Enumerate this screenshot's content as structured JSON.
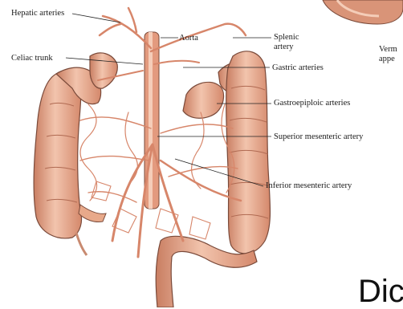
{
  "figure": {
    "labels": {
      "hepatic_arteries": "Hepatic arteries",
      "celiac_trunk": "Celiac trunk",
      "aorta": "Aorta",
      "splenic_artery_line1": "Splenic",
      "splenic_artery_line2": "artery",
      "gastric_arteries": "Gastric arteries",
      "gastroepiploic_arteries": "Gastroepiploic arteries",
      "superior_mesenteric_artery": "Superior mesenteric artery",
      "inferior_mesenteric_artery": "Inferior mesenteric artery",
      "vermiform_line1": "Verm",
      "vermiform_line2": "appe"
    },
    "corner_text": "Dic"
  },
  "colors": {
    "intestine_fill": "#e8a98a",
    "intestine_shade": "#c97e62",
    "intestine_highlight": "#f6d2bf",
    "artery": "#d7866a",
    "artery_light": "#f1c2aa",
    "outline": "#7a4a3a"
  }
}
